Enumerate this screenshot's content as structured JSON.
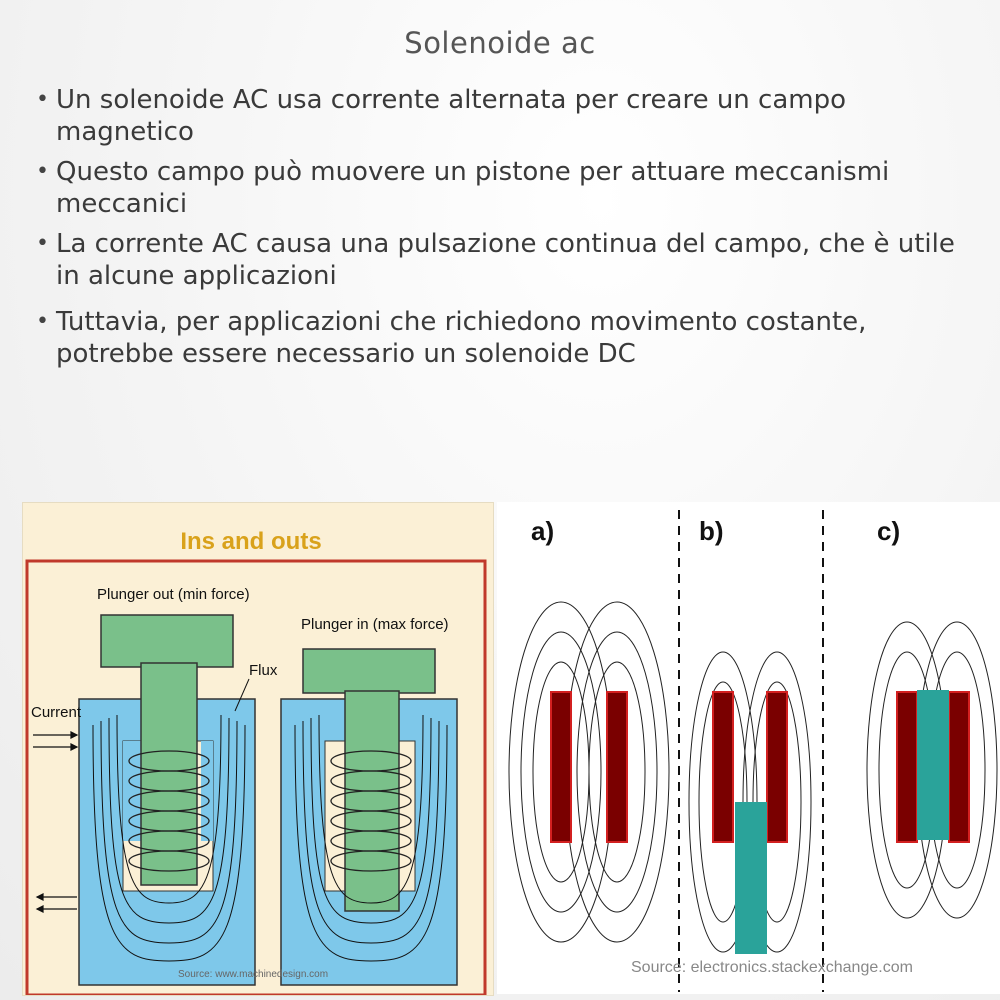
{
  "title": "Solenoide ac",
  "bullets": [
    "Un solenoide AC usa corrente alternata per creare un campo magnetico",
    "Questo campo può muovere un pistone per attuare meccanismi meccanici",
    "La corrente AC causa una pulsazione continua del campo, che è utile in alcune applicazioni",
    "Tuttavia, per applicazioni che richiedono movimento costante, potrebbe essere necessario un solenoide DC"
  ],
  "left_figure": {
    "heading": "Ins and outs",
    "label_out": "Plunger out (min force)",
    "label_in": "Plunger in (max force)",
    "label_flux": "Flux",
    "label_current": "Current",
    "source": "Source: www.machinedesign.com"
  },
  "right_figure": {
    "panel_a": "a)",
    "panel_b": "b)",
    "panel_c": "c)",
    "source": "Source: electronics.stackexchange.com"
  },
  "colors": {
    "frame_blue": "#7ec8ea",
    "plunger_green": "#7ac08a",
    "coil_red": "#d32020",
    "plunger_teal": "#2aa39a"
  }
}
